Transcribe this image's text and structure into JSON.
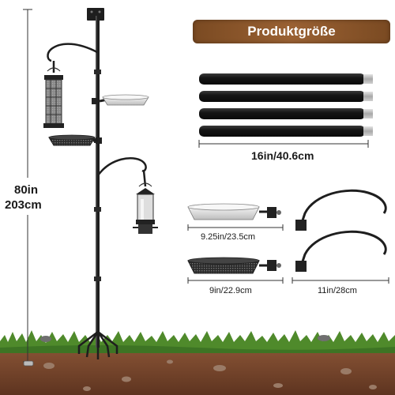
{
  "banner": {
    "title": "Produktgröße",
    "color": "#8a5a2b"
  },
  "dimensions": {
    "total_height_in": "80in",
    "total_height_cm": "203cm",
    "pole_segment": "16in/40.6cm",
    "tray_large": "9.25in/23.5cm",
    "tray_mesh": "9in/22.9cm",
    "hook": "11in/28cm"
  },
  "colors": {
    "soil": "#7b4a30",
    "grass": "#4f8a2b",
    "pole": "#1e1e1e",
    "silver": "#c9c9c9"
  }
}
